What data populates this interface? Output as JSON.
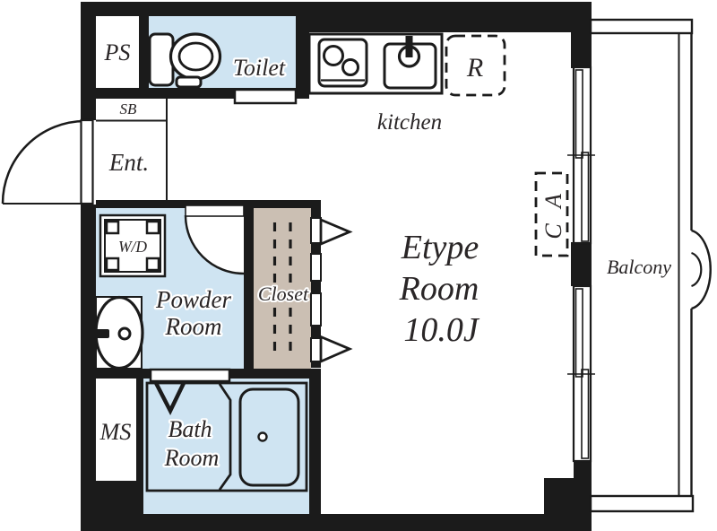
{
  "floor_plan": {
    "rooms": {
      "ps": "PS",
      "sb": "SB",
      "entrance": "Ent.",
      "toilet": "Toilet",
      "kitchen": "kitchen",
      "refrigerator": "R",
      "washer_dryer": "W/D",
      "powder_line1": "Powder",
      "powder_line2": "Room",
      "closet": "Closet",
      "ms": "MS",
      "bath_line1": "Bath",
      "bath_line2": "Room",
      "balcony": "Balcony"
    },
    "ac_unit_chars": [
      "A",
      "C"
    ],
    "main_room": {
      "line1": "Etype",
      "line2": "Room",
      "line3": "10.0J"
    },
    "colors": {
      "wall": "#1b1b1b",
      "wet_room_fill": "#cfe4f2",
      "closet_fill": "#cbbfb3",
      "label_text": "#2a2627",
      "background": "#ffffff"
    }
  }
}
